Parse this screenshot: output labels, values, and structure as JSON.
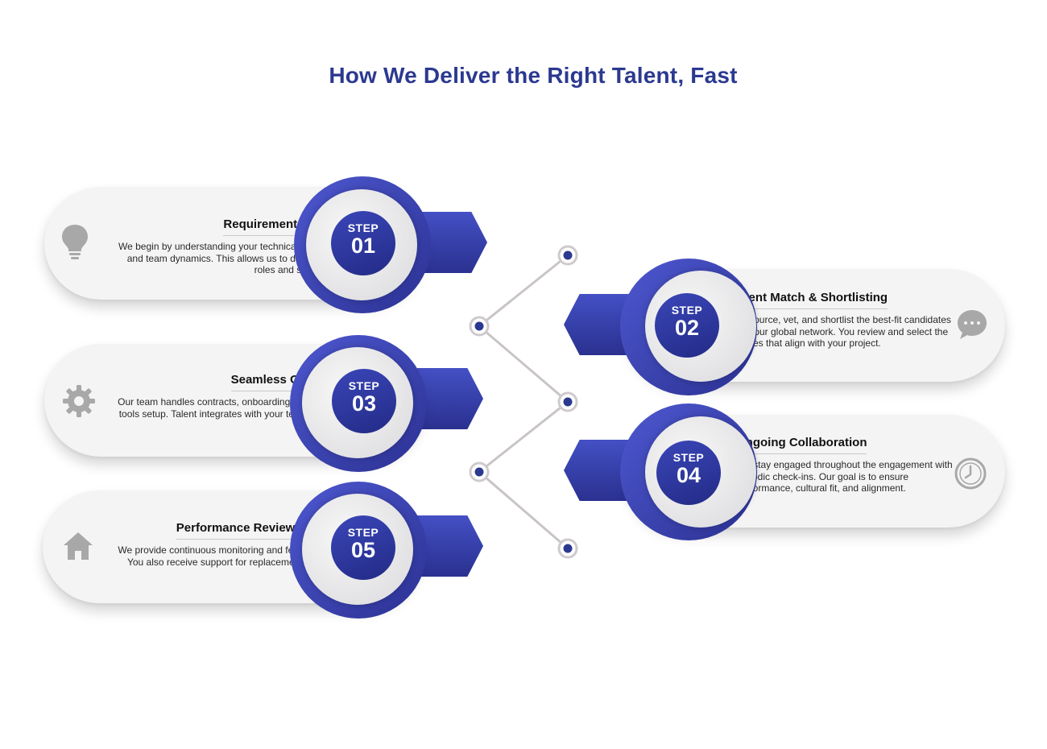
{
  "title": "How We Deliver the Right Talent, Fast",
  "colors": {
    "primary": "#2b3990",
    "accent": "#3e47b8",
    "card_background": "#f4f4f5",
    "connector_line": "#c9c4c7",
    "icon_gray": "#a8a8a8"
  },
  "steps": [
    {
      "step_label": "STEP",
      "number": "01",
      "title": "Requirement Discovery",
      "description": "We begin by understanding your technical needs, goals, and team dynamics. This allows us to define the exact roles and skills required.",
      "icon": "lightbulb-icon"
    },
    {
      "step_label": "STEP",
      "number": "02",
      "title": "Talent Match & Shortlisting",
      "description": "We source, vet, and shortlist the best-fit candidates from our global network. You review and select the profiles that align with your project.",
      "icon": "chat-bubble-icon"
    },
    {
      "step_label": "STEP",
      "number": "03",
      "title": "Seamless Onboarding",
      "description": "Our team handles contracts, onboarding processes, and tools setup. Talent integrates with your team quickly and effectively.",
      "icon": "gear-icon"
    },
    {
      "step_label": "STEP",
      "number": "04",
      "title": "Ongoing Collaboration",
      "description": "We stay engaged throughout the engagement with periodic check-ins. Our goal is to ensure performance, cultural fit, and alignment.",
      "icon": "clock-icon"
    },
    {
      "step_label": "STEP",
      "number": "05",
      "title": "Performance Review & Support",
      "description": "We provide continuous monitoring and feedback cycles. You also receive support for replacements, scaling, or offboarding.",
      "icon": "home-icon"
    }
  ]
}
